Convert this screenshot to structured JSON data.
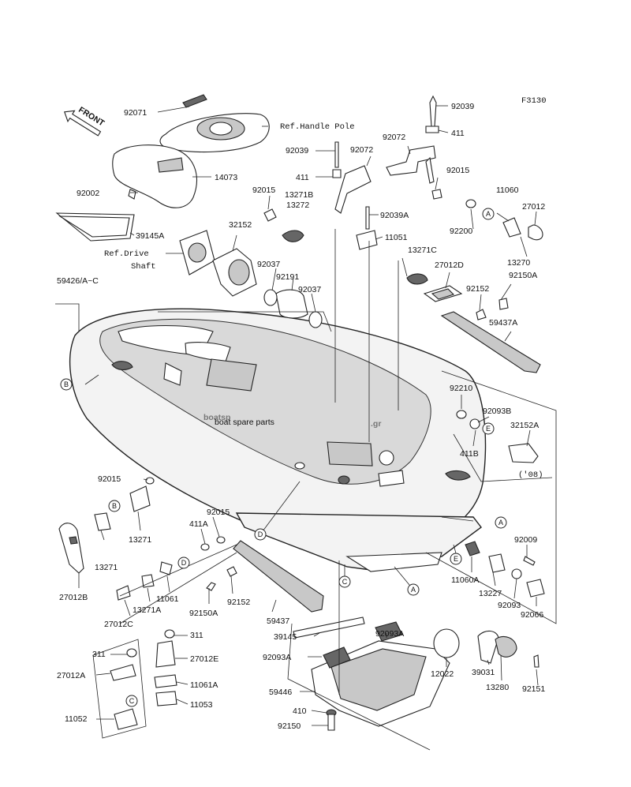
{
  "figure_code": "F3130",
  "front_label": "FRONT",
  "watermark": {
    "brand": "boatsp",
    "domain": ".gr",
    "tagline": "boat spare parts"
  },
  "references": {
    "handle_pole": "Ref.Handle Pole",
    "drive_shaft_line1": "Ref.Drive",
    "drive_shaft_line2": "Shaft"
  },
  "note_08": "('08)",
  "callout_letters": [
    "A",
    "B",
    "C",
    "D",
    "E"
  ],
  "parts": {
    "p92071": "92071",
    "p92039_a": "92039",
    "p411_a": "411",
    "p92039_b": "92039",
    "p92072_a": "92072",
    "p92072_b": "92072",
    "p411_b": "411",
    "p92015_a": "92015",
    "p92002": "92002",
    "p14073": "14073",
    "p92015_b": "92015",
    "p13271B": "13271B",
    "p13272": "13272",
    "p92039A": "92039A",
    "p11060": "11060",
    "p27012": "27012",
    "p92200": "92200",
    "p11051": "11051",
    "p39145A": "39145A",
    "p32152": "32152",
    "p13271C": "13271C",
    "p27012D": "27012D",
    "p13270": "13270",
    "p92150A_a": "92150A",
    "p92037_a": "92037",
    "p92191": "92191",
    "p92037_b": "92037",
    "p92152_a": "92152",
    "p59426": "59426/A~C",
    "p59437A": "59437A",
    "p92210": "92210",
    "p92093B": "92093B",
    "p32152A": "32152A",
    "p411B": "411B",
    "p92015_c": "92015",
    "p92015_d": "92015",
    "p411A": "411A",
    "p13271_a": "13271",
    "p13271_b": "13271",
    "p11061": "11061",
    "p13271A": "13271A",
    "p27012B": "27012B",
    "p27012C": "27012C",
    "p92150A_b": "92150A",
    "p92152_b": "92152",
    "p59437": "59437",
    "p92009": "92009",
    "p11060A": "11060A",
    "p13227": "13227",
    "p92093": "92093",
    "p92066": "92066",
    "p92093A_a": "92093A",
    "p39145": "39145",
    "p92093A_b": "92093A",
    "p12022": "12022",
    "p39031": "39031",
    "p13280": "13280",
    "p92151": "92151",
    "p311_a": "311",
    "p27012E": "27012E",
    "p311_b": "311",
    "p27012A": "27012A",
    "p11061A": "11061A",
    "p11053": "11053",
    "p11052": "11052",
    "p59446": "59446",
    "p410": "410",
    "p92150": "92150"
  }
}
